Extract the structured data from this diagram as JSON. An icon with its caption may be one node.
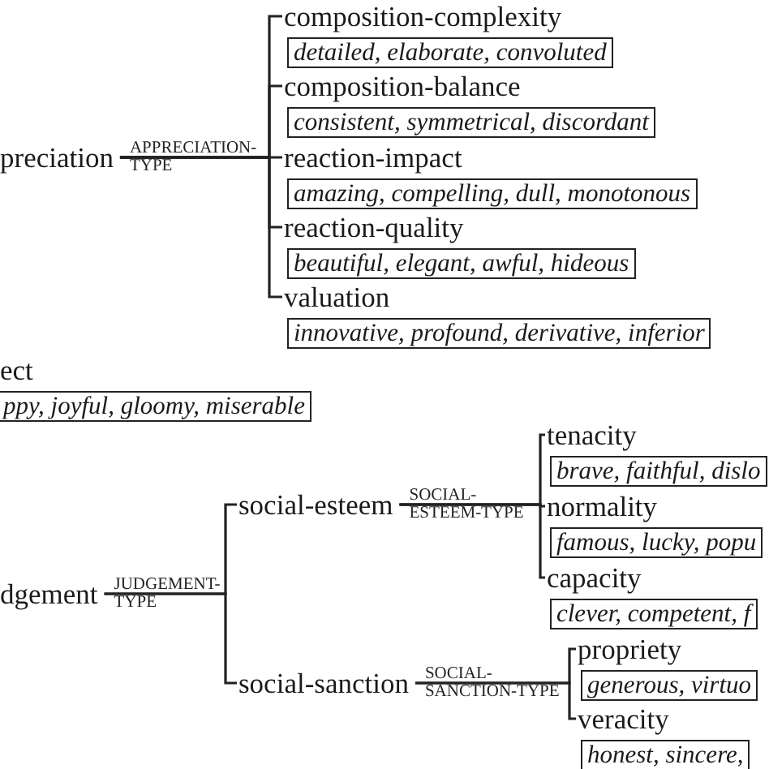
{
  "diagram": {
    "nodes": [
      {
        "text": [
          "preciation"
        ]
      },
      {
        "text": [
          "composition-complexity",
          "detailed, elaborate, convoluted"
        ]
      },
      {
        "text": [
          "composition-balance",
          "consistent, symmetrical, discordant"
        ]
      },
      {
        "text": [
          "reaction-impact",
          "amazing, compelling, dull, monotonous"
        ]
      },
      {
        "text": [
          "reaction-quality",
          "beautiful, elegant, awful, hideous"
        ]
      },
      {
        "text": [
          "valuation",
          "innovative, profound, derivative, inferior"
        ]
      },
      {
        "text": [
          "ect",
          "ppy, joyful, gloomy, miserable"
        ]
      },
      {
        "text": [
          "dgement"
        ]
      },
      {
        "text": [
          "social-esteem"
        ]
      },
      {
        "text": [
          "tenacity",
          "brave, faithful, dislo"
        ]
      },
      {
        "text": [
          "normality",
          "famous, lucky, popu"
        ]
      },
      {
        "text": [
          "capacity",
          "clever, competent, f"
        ]
      },
      {
        "text": [
          "social-sanction"
        ]
      },
      {
        "text": [
          "propriety",
          "generous, virtuo"
        ]
      },
      {
        "text": [
          "veracity",
          "honest, sincere,"
        ]
      }
    ],
    "edges": [
      {
        "from": 0,
        "to": 1,
        "arrow": "none"
      },
      {
        "from": 0,
        "to": 2,
        "arrow": "none"
      },
      {
        "from": 0,
        "to": 3,
        "arrow": "none",
        "label": "APPRECIATION- TYPE"
      },
      {
        "from": 0,
        "to": 4,
        "arrow": "none"
      },
      {
        "from": 0,
        "to": 5,
        "arrow": "none"
      },
      {
        "from": 7,
        "to": 8,
        "arrow": "none",
        "label": "JUDGEMENT- TYPE"
      },
      {
        "from": 7,
        "to": 12,
        "arrow": "none"
      },
      {
        "from": 8,
        "to": 9,
        "arrow": "none"
      },
      {
        "from": 8,
        "to": 10,
        "arrow": "none",
        "label": "SOCIAL- ESTEEM-TYPE"
      },
      {
        "from": 8,
        "to": 11,
        "arrow": "none"
      },
      {
        "from": 12,
        "to": 13,
        "arrow": "none",
        "label": "SOCIAL- SANCTION-TYPE"
      },
      {
        "from": 12,
        "to": 14,
        "arrow": "none"
      }
    ]
  }
}
